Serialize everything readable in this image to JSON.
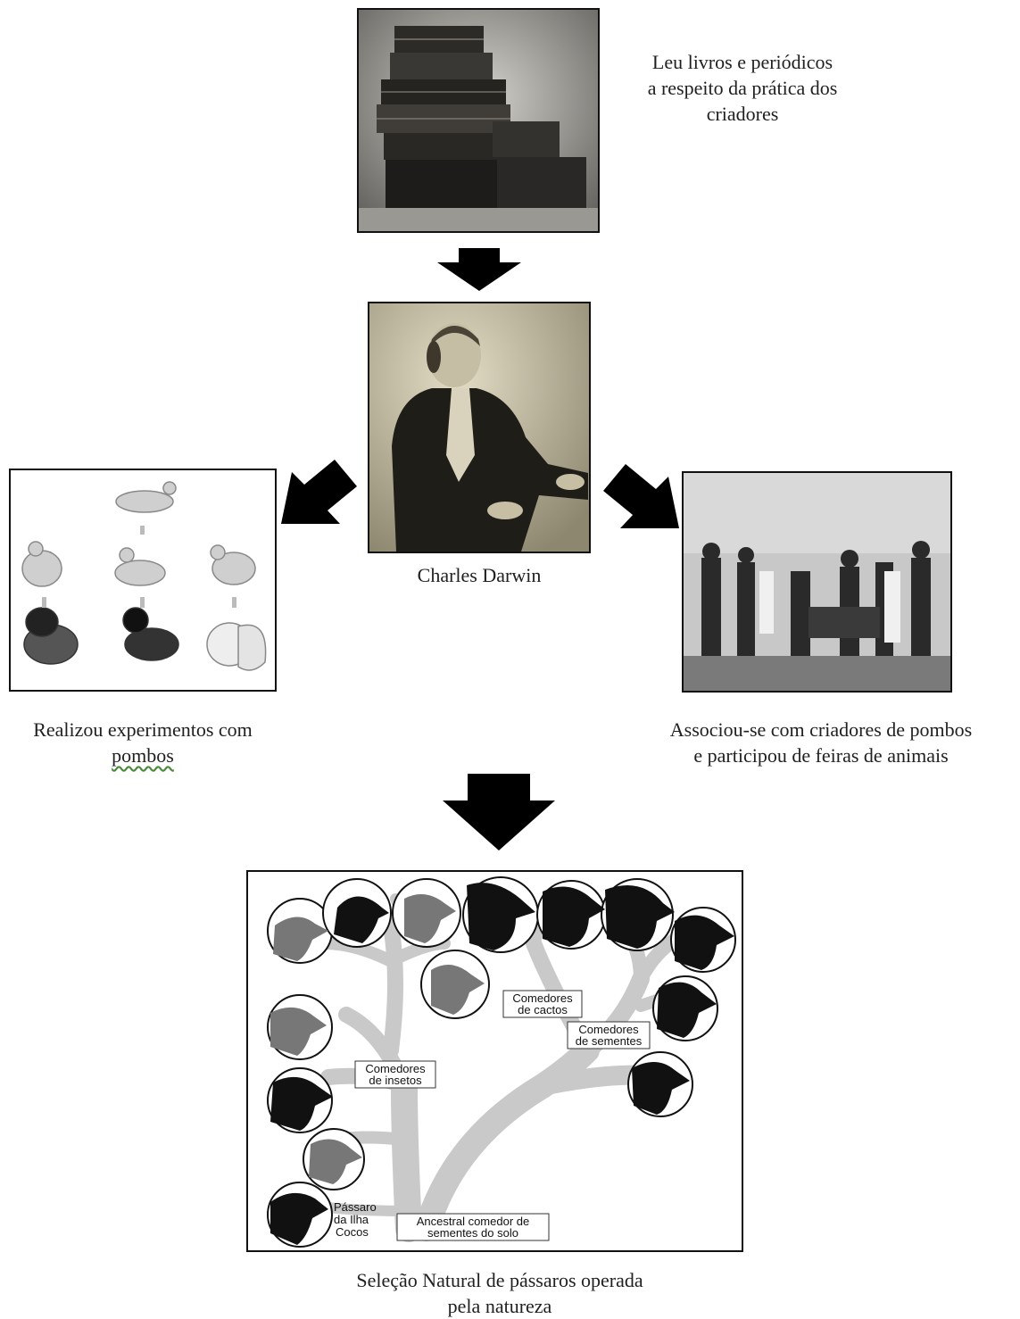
{
  "books": {
    "caption_lines": [
      "Leu livros e periódicos",
      "a respeito da prática dos",
      "criadores"
    ]
  },
  "darwin": {
    "caption": "Charles Darwin"
  },
  "pigeons": {
    "caption_lines": [
      "Realizou experimentos com",
      "pombos"
    ]
  },
  "fairs": {
    "caption_lines": [
      "Associou-se com criadores de pombos",
      "e participou de feiras de animais"
    ]
  },
  "finches": {
    "labels": {
      "cactus_1": "Comedores",
      "cactus_2": "de cactos",
      "seeds_1": "Comedores",
      "seeds_2": "de sementes",
      "insects_1": "Comedores",
      "insects_2": "de insetos",
      "cocos_1": "Pássaro",
      "cocos_2": "da Ilha",
      "cocos_3": "Cocos",
      "ancestor_1": "Ancestral comedor de",
      "ancestor_2": "sementes do solo"
    },
    "caption_lines": [
      "Seleção Natural de pássaros operada",
      "pela natureza"
    ]
  }
}
